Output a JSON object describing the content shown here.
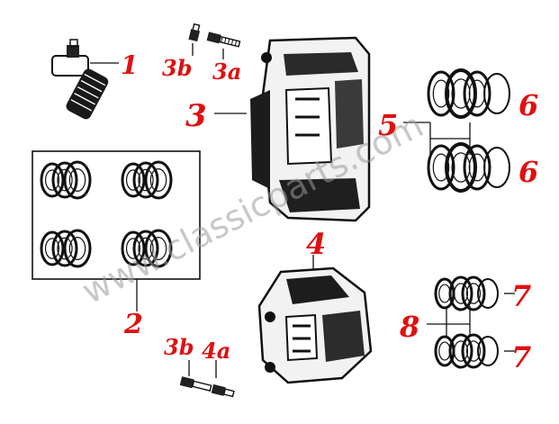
{
  "labels": {
    "l1": "1",
    "l2": "2",
    "l3": "3",
    "l3a": "3a",
    "l3b_top": "3b",
    "l3b_bot": "3b",
    "l4": "4",
    "l4a": "4a",
    "l5": "5",
    "l6_top": "6",
    "l6_bot": "6",
    "l7_top": "7",
    "l7_bot": "7",
    "l8": "8"
  },
  "watermark": "www.classicparts.com",
  "colors": {
    "label": "#e01010",
    "ink": "#111111",
    "watermark": "#9a9a9a"
  }
}
